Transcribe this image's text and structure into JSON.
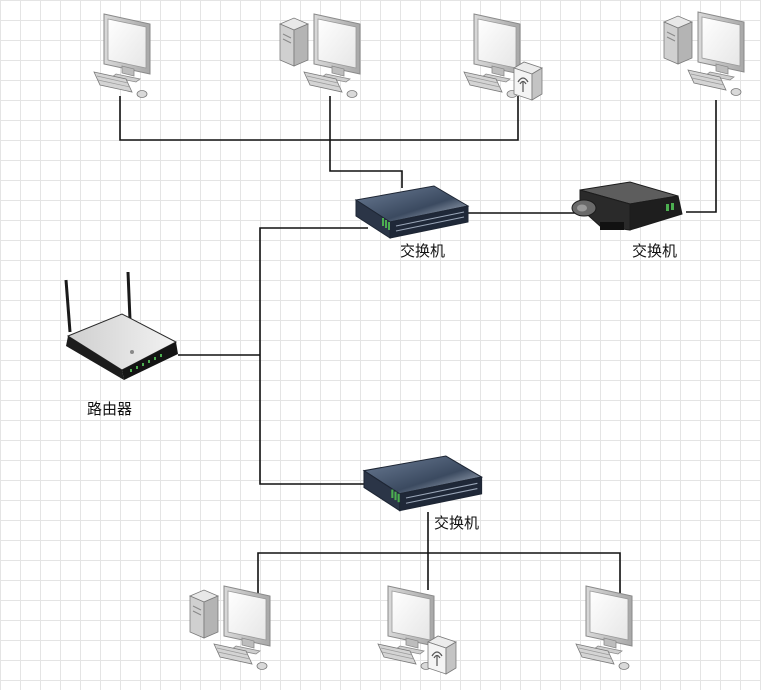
{
  "diagram": {
    "router": {
      "label": "路由器"
    },
    "switch_top": {
      "label": "交换机"
    },
    "switch_right": {
      "label": "交换机"
    },
    "switch_bottom": {
      "label": "交换机"
    }
  },
  "colors": {
    "line": "#111111",
    "grid": "#e4e4e4",
    "monitor_frame": "#cfcfcf",
    "switch_body": "#2a3446",
    "port_led": "#4caf50"
  }
}
